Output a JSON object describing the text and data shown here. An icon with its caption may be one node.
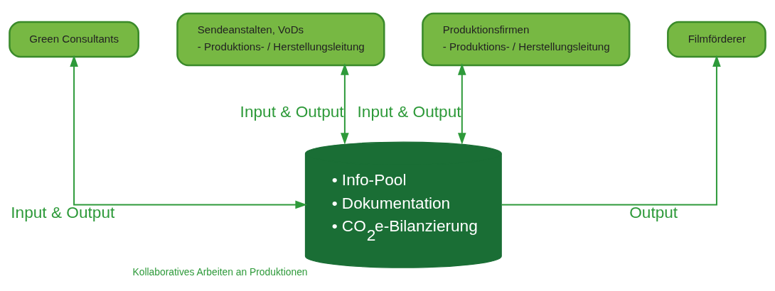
{
  "diagram": {
    "nodes": [
      {
        "text": [
          "Green Consultants"
        ]
      },
      {
        "text": [
          "Sendeanstalten, VoDs",
          "- Produktions- / Herstellungsleitung"
        ]
      },
      {
        "text": [
          "Produktionsfirmen",
          "- Produktions- / Herstellungsleitung"
        ]
      },
      {
        "text": [
          "Filmförderer"
        ]
      },
      {
        "text": [
          "• Info-Pool",
          "• Dokumentation",
          "• CO$_{2}$e-Bilanzierung"
        ],
        "beside": [
          "Kollaboratives Arbeiten an Produktionen"
        ]
      }
    ],
    "edges": [
      {
        "from": 4,
        "to": 0,
        "arrow": "both",
        "label": "Input & Output"
      },
      {
        "from": 4,
        "to": 1,
        "arrow": "both",
        "label": "Input & Output"
      },
      {
        "from": 4,
        "to": 2,
        "arrow": "both",
        "label": "Input & Output"
      },
      {
        "from": 4,
        "to": 3,
        "arrow": "to",
        "label": "Output"
      }
    ]
  }
}
